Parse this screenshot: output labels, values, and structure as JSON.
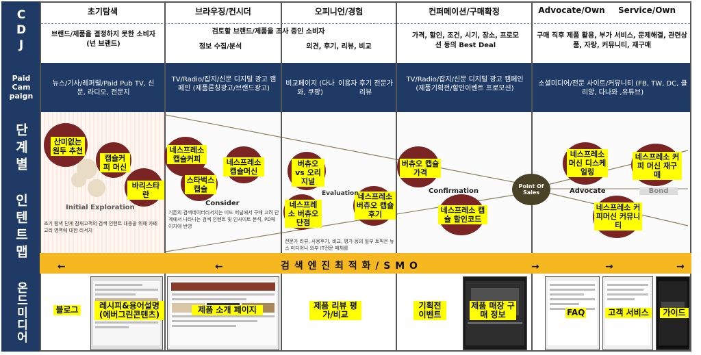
{
  "colors": {
    "navy": "#1f3a64",
    "yellow_bar": "#f5b820",
    "circle": "#7a2424",
    "highlight": "#ffff00",
    "pos_circle": "#4a4226"
  },
  "rows": {
    "cdj": "CDJ",
    "paid": "Paid Cam paign",
    "stage": "단계별 인텐트맵",
    "owned": "온드미디어"
  },
  "stages": [
    {
      "title": "초기탐색",
      "cdj": "브랜드/제품을 결정하지 못한 소비자(넌 브랜드)",
      "paid": "뉴스/기사/레퍼럴/Paid Pub TV, 신문, 라디오, 전문지"
    },
    {
      "title": "브라우징/컨시더",
      "cdj": "검토할 브랜드/제품을 조사 중인 소비자",
      "cdj2": "정보 수집/분석",
      "paid": "TV/Radio/잡지/신문 디지털 광고 캠페인 (제품론칭광고/브랜드광고)"
    },
    {
      "title": "오피니언/경험",
      "cdj": "의견, 후기, 리뷰, 비교",
      "paid_a": "비교페이지 (다나와, 쿠팡)",
      "paid_b": "이용자 후기 전문가 리뷰"
    },
    {
      "title": "컨퍼메이션/구매확정",
      "cdj": "가격, 할인, 조건, 시기, 장소, 프로모션 등의 Best Deal",
      "paid": "TV/Radio/잡지/신문 디지털 광고 캠페인 (제품기획전/할인이벤트 프로모션)"
    },
    {
      "title_a": "Advocate/Own",
      "title_b": "Service/Own",
      "cdj": "구매 직후 제품 활용, 부가 서비스, 문제해결, 관련상품, 자랑, 커뮤니티, 재구매",
      "paid": "소셜미디어/전문 사이트/커뮤니티 (FB, TW, DC, 클리앙, 다나와 ,유튜브)"
    }
  ],
  "intent": {
    "s1": [
      "산미없는 원두 추천",
      "캡슐커피 머신",
      "바리스타란"
    ],
    "s1_label": "Initial Exploration",
    "s1_note": "초기 탐색 단계 잠재고객의 검색 인텐트 대응을 위해 카테고리 영역에 대한 리서치",
    "s2": [
      "네스프레소 캡슐커피",
      "스타벅스 캡슐",
      "네스프레소 캡슐머신"
    ],
    "s2_label": "Consider",
    "s2_note": "기존의 검색데이터리서치는 미드 퍼널에서 구매 고려 단계에서 나타나는 검색 인텐트 및 인사이트 분석, PD페이지에 반영",
    "s3": [
      "버츄오 vs 오리지널",
      "네스프레소 버츄오 단점",
      "네스프레소 버츄오 캡슐 후기"
    ],
    "s3_label": "Evaluation",
    "s3_note": "전문가 리뷰, 사용후기, 비교, 평가 등의 일부 토픽은 뉴스 미디어나 외부 IT전문 매체를",
    "s4": [
      "버츄오 캡슐 가격",
      "네스프레소 캡슐 할인코드"
    ],
    "s4_label": "Confirmation",
    "pos": "Point Of Sales",
    "s5": [
      "네스프레소 머신 디스케일링",
      "네스프레소 커피 머신 재구매",
      "네스프레소 커피머신 커뮤니티"
    ],
    "s5_label_a": "Advocate",
    "s5_label_b": "Bond"
  },
  "seo_bar": {
    "text": "검 색 엔 진 최 적 화 / S M O",
    "arrow_left": "←",
    "arrow_right": "→"
  },
  "owned": [
    "블로그",
    "레시피&용어설명 (에버그린콘텐츠)",
    "제품 소개 페이지",
    "제품 리뷰 평가/비교",
    "기획전 이벤트",
    "제품 매장 구매 정보",
    "FAQ",
    "고객 서비스",
    "가이드"
  ]
}
